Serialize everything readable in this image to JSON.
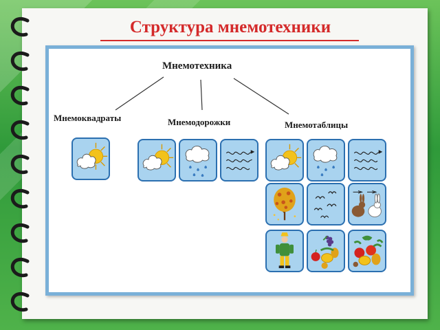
{
  "title": "Структура мнемотехники",
  "diagram": {
    "root": "Мнемотехника",
    "branches": [
      {
        "label": "Мнемоквадраты"
      },
      {
        "label": "Мнемодорожки"
      },
      {
        "label": "Мнемотаблицы"
      }
    ]
  },
  "colors": {
    "title": "#d42a2a",
    "cell_fill": "#a9d3ef",
    "cell_border": "#2b6fb0",
    "frame_border": "#7ab0d8",
    "background": "#3aa240"
  },
  "icons": {
    "sun-cloud": "sun-cloud-icon",
    "cloud": "cloud-icon",
    "rain": "rain-cloud-icon",
    "wind": "wind-spiral-icon",
    "tree": "autumn-tree-icon",
    "birds": "birds-icon",
    "hares": "hares-icon",
    "person": "person-icon",
    "fruit": "fruit-icon",
    "vegetables": "vegetables-icon"
  }
}
